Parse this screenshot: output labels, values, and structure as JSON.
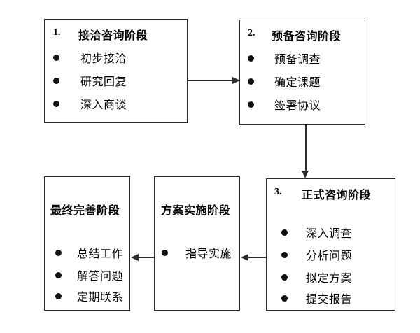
{
  "diagram": {
    "type": "flowchart",
    "title_present": false,
    "colors": {
      "box_border": "#2b2b2b",
      "background": "#ffffff",
      "text": "#000000",
      "bullet": "#111111",
      "connector": "#2b2b2b"
    },
    "nodes": [
      {
        "id": "stage-1",
        "number": "1.",
        "title": "接洽咨询阶段",
        "bullets": [
          "初步接洽",
          "研究回复",
          "深入商谈"
        ]
      },
      {
        "id": "stage-2",
        "number": "2.",
        "title": "预备咨询阶段",
        "bullets": [
          "预备调查",
          "确定课题",
          "签署协议"
        ]
      },
      {
        "id": "stage-3",
        "number": "3.",
        "title": "正式咨询阶段",
        "bullets": [
          "深入调查",
          "分析问题",
          "拟定方案",
          "提交报告"
        ]
      },
      {
        "id": "stage-4",
        "number": "",
        "title": "方案实施阶段",
        "bullets": [
          "指导实施"
        ]
      },
      {
        "id": "stage-5",
        "number": "",
        "title": "最终完善阶段",
        "bullets": [
          "总结工作",
          "解答问题",
          "定期联系"
        ]
      }
    ],
    "edges": [
      {
        "id": "edge-1-to-2",
        "from": "stage-1",
        "to": "stage-2",
        "direction": "right"
      },
      {
        "id": "edge-2-to-3",
        "from": "stage-2",
        "to": "stage-3",
        "direction": "down"
      },
      {
        "id": "edge-3-to-4",
        "from": "stage-3",
        "to": "stage-4",
        "direction": "left"
      },
      {
        "id": "edge-4-to-5",
        "from": "stage-4",
        "to": "stage-5",
        "direction": "left"
      }
    ]
  }
}
